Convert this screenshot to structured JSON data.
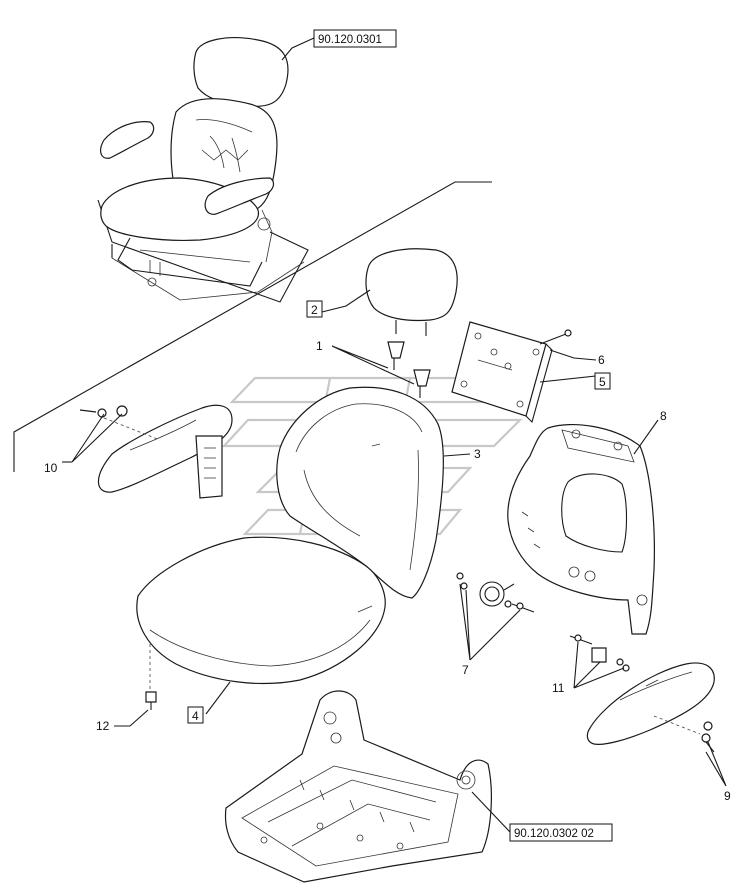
{
  "references": {
    "seat_assembly": "90.120.0301",
    "seat_frame": "90.120.0302 02"
  },
  "callouts": {
    "c1": "1",
    "c2": "2",
    "c3": "3",
    "c4": "4",
    "c5": "5",
    "c6": "6",
    "c7": "7",
    "c8": "8",
    "c9": "9",
    "c10": "10",
    "c11": "11",
    "c12": "12"
  }
}
